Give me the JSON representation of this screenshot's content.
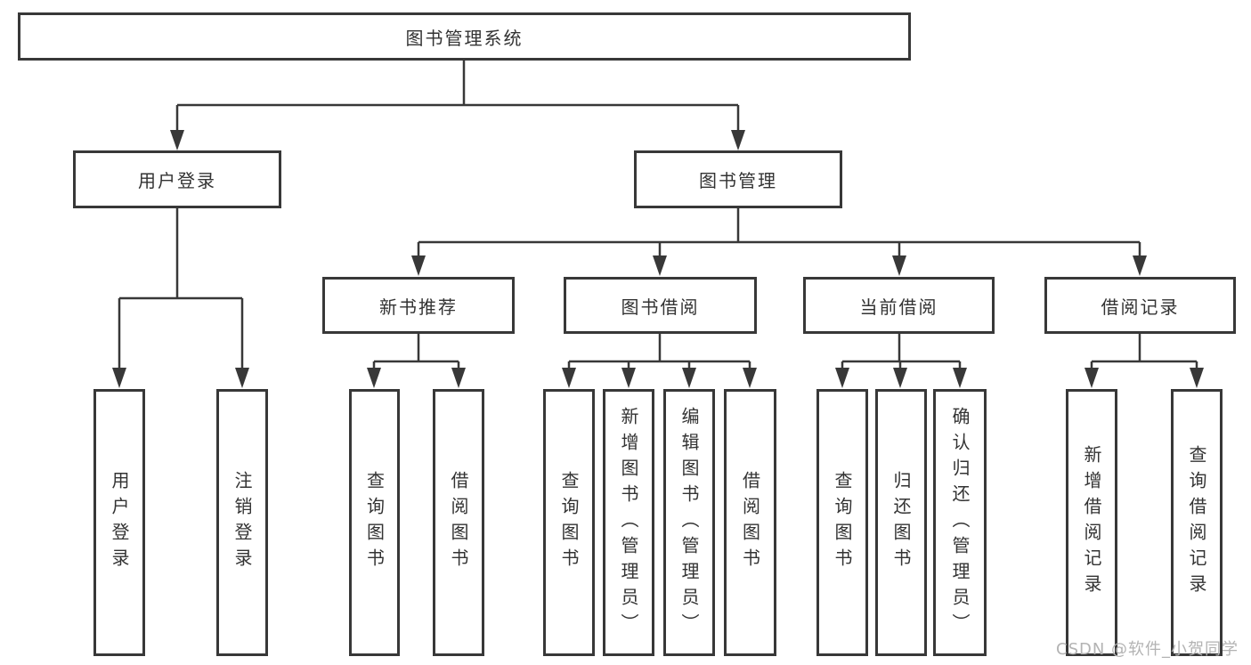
{
  "diagram_title": "图书管理系统",
  "nodes": [
    {
      "id": "library-management-system",
      "label": "图书管理系统",
      "level": 1
    },
    {
      "id": "user-login-group",
      "label": "用户登录",
      "level": 2
    },
    {
      "id": "book-management",
      "label": "图书管理",
      "level": 2
    },
    {
      "id": "new-book-recommend",
      "label": "新书推荐",
      "level": 3
    },
    {
      "id": "book-borrowing",
      "label": "图书借阅",
      "level": 3
    },
    {
      "id": "current-borrowing",
      "label": "当前借阅",
      "level": 3
    },
    {
      "id": "borrowing-records",
      "label": "借阅记录",
      "level": 3
    },
    {
      "id": "user-login",
      "label": "用户登录",
      "level": 4,
      "parent": "user-login-group"
    },
    {
      "id": "logout-login",
      "label": "注销登录",
      "level": 4,
      "parent": "user-login-group"
    },
    {
      "id": "query-books-recommend",
      "label": "查询图书",
      "level": 4,
      "parent": "new-book-recommend"
    },
    {
      "id": "borrow-books-recommend",
      "label": "借阅图书",
      "level": 4,
      "parent": "new-book-recommend"
    },
    {
      "id": "query-books-borrowing",
      "label": "查询图书",
      "level": 4,
      "parent": "book-borrowing"
    },
    {
      "id": "add-books-admin",
      "label": "新增图书（管理员）",
      "level": 4,
      "parent": "book-borrowing"
    },
    {
      "id": "edit-books-admin",
      "label": "编辑图书（管理员）",
      "level": 4,
      "parent": "book-borrowing"
    },
    {
      "id": "borrow-books-borrowing",
      "label": "借阅图书",
      "level": 4,
      "parent": "book-borrowing"
    },
    {
      "id": "query-books-current",
      "label": "查询图书",
      "level": 4,
      "parent": "current-borrowing"
    },
    {
      "id": "return-books",
      "label": "归还图书",
      "level": 4,
      "parent": "current-borrowing"
    },
    {
      "id": "confirm-return-admin",
      "label": "确认归还（管理员）",
      "level": 4,
      "parent": "current-borrowing"
    },
    {
      "id": "add-borrow-record",
      "label": "新增借阅记录",
      "level": 4,
      "parent": "borrowing-records"
    },
    {
      "id": "query-borrow-record",
      "label": "查询借阅记录",
      "level": 4,
      "parent": "borrowing-records"
    }
  ],
  "watermark": {
    "text": "CSDN @软件_小贺同学"
  },
  "colors": {
    "line": "#383838",
    "text": "#333333",
    "watermark": "#b3b3b3",
    "background": "#ffffff"
  }
}
